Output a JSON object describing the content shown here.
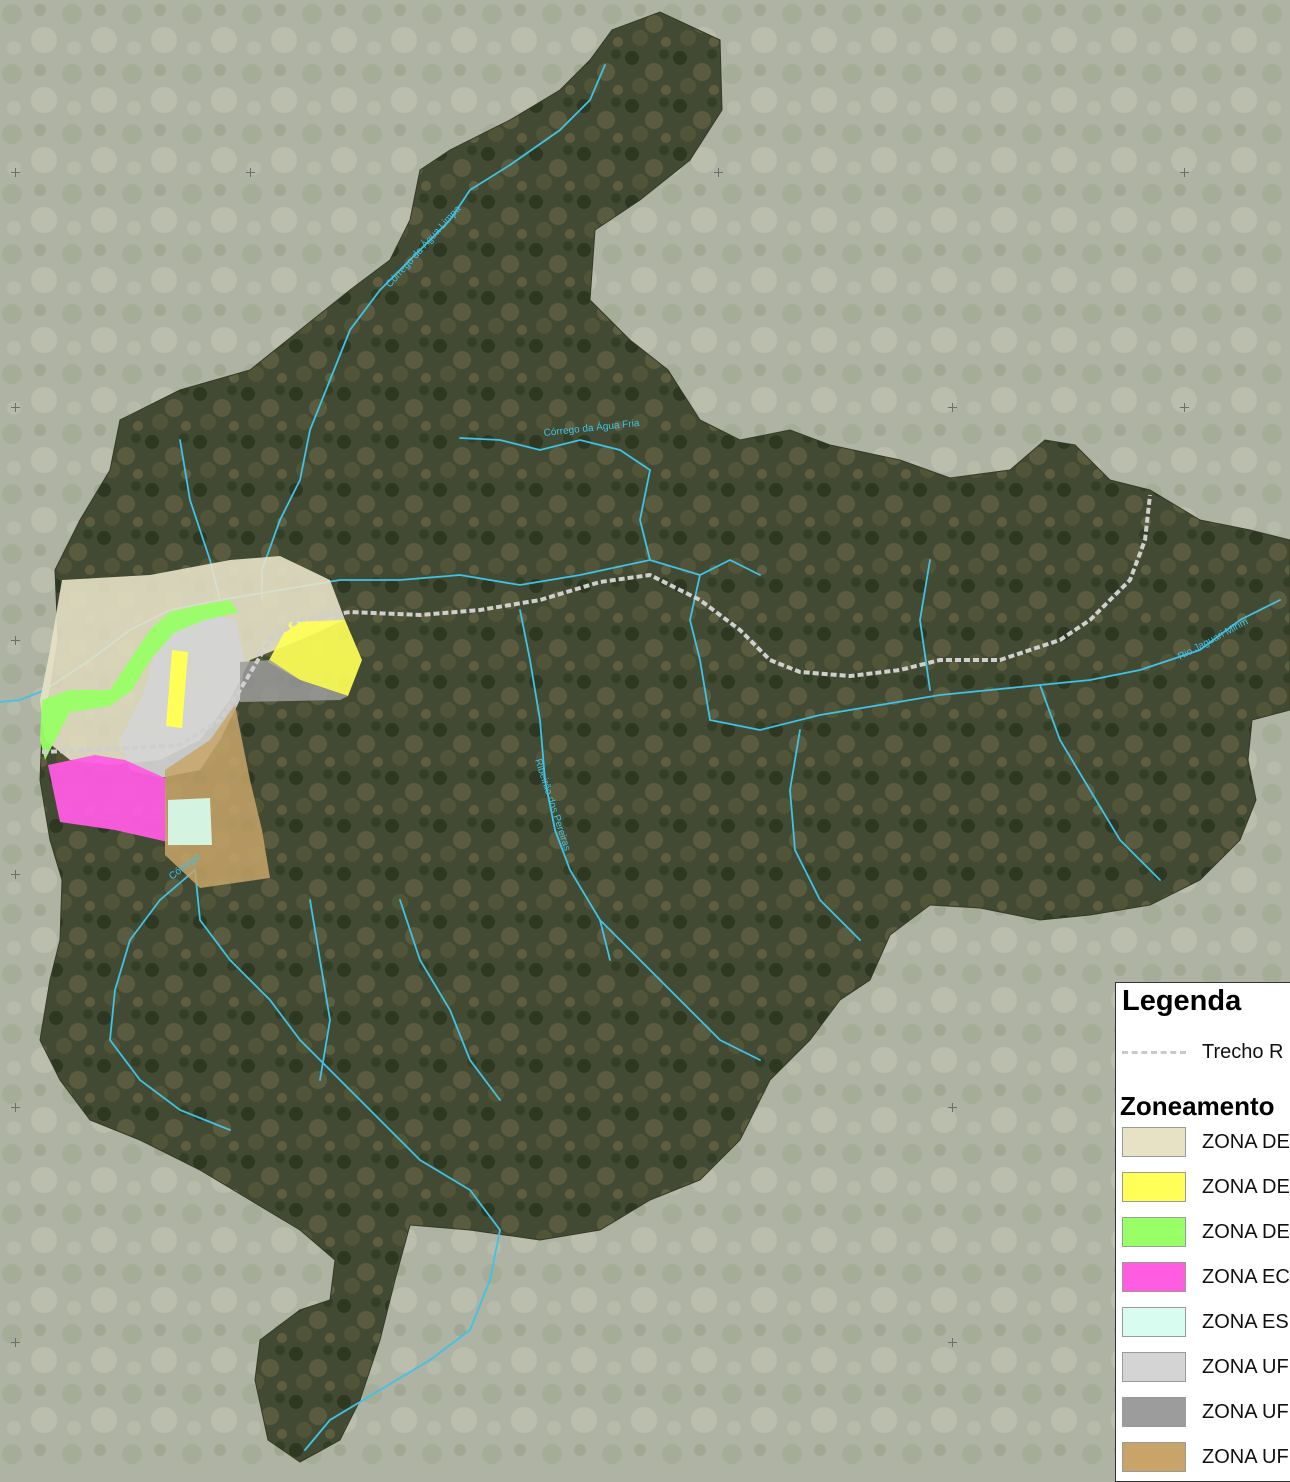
{
  "map": {
    "rivers": [
      {
        "name": "Córrego da Água Limpa"
      },
      {
        "name": "Córrego da Água Fria"
      },
      {
        "name": "Ribeirão dos Pereiras"
      },
      {
        "name": "Córrego"
      },
      {
        "name": "Rio Jaguari Mirim"
      }
    ],
    "colors": {
      "basin_dark": "#3f4530",
      "surroundings": "#aeb3a3",
      "river": "#3fc3e6",
      "road": "#cfcfcf"
    }
  },
  "legend": {
    "title": "Legenda",
    "line_item": {
      "label": "Trecho R"
    },
    "section_title": "Zoneamento",
    "items": [
      {
        "label": "ZONA DE",
        "color": "#e7e2c6"
      },
      {
        "label": "ZONA DE",
        "color": "#ffff57"
      },
      {
        "label": "ZONA DE",
        "color": "#99ff66"
      },
      {
        "label": "ZONA EC",
        "color": "#ff5ce1"
      },
      {
        "label": "ZONA ES",
        "color": "#d8fdf0"
      },
      {
        "label": "ZONA UF",
        "color": "#d4d4d4"
      },
      {
        "label": "ZONA UF",
        "color": "#9c9c9c"
      },
      {
        "label": "ZONA UF",
        "color": "#c8a468"
      }
    ]
  }
}
